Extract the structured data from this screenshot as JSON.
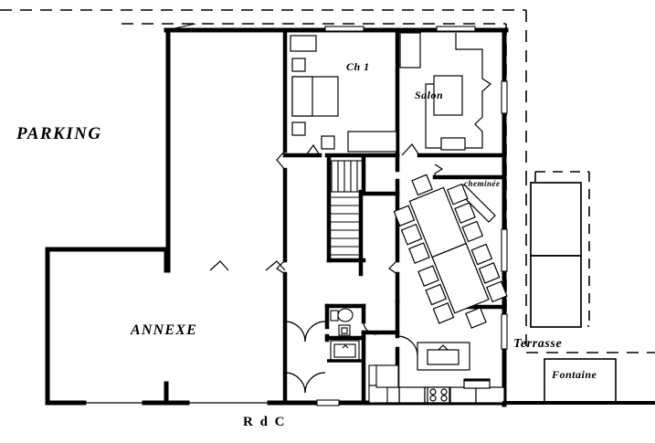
{
  "document": {
    "type": "architectural-floor-plan",
    "title": "R d C",
    "level_label": "R d C",
    "language": "fr"
  },
  "colors": {
    "wall": "#000000",
    "furniture": "#000000",
    "background": "#ffffff",
    "boundary": "#000000"
  },
  "labels": {
    "parking": "PARKING",
    "annexe": "ANNEXE",
    "chambre1": "Ch 1",
    "salon": "Salon",
    "cheminee": "cheminée",
    "terrasse": "Terrasse",
    "fontaine": "Fontaine",
    "level": "R d C"
  },
  "rooms": [
    {
      "name": "parking",
      "label": "PARKING",
      "kind": "exterior-area"
    },
    {
      "name": "annexe",
      "label": "ANNEXE",
      "kind": "outbuilding"
    },
    {
      "name": "chambre-1",
      "label": "Ch 1",
      "kind": "bedroom"
    },
    {
      "name": "salon",
      "label": "Salon",
      "kind": "living-room"
    },
    {
      "name": "terrasse",
      "label": "Terrasse",
      "kind": "terrace"
    },
    {
      "name": "sejour",
      "label": "",
      "kind": "dining-room"
    },
    {
      "name": "cuisine",
      "label": "",
      "kind": "kitchen"
    },
    {
      "name": "sdb",
      "label": "",
      "kind": "bathroom"
    },
    {
      "name": "couloir",
      "label": "",
      "kind": "hallway"
    },
    {
      "name": "escalier",
      "label": "",
      "kind": "staircase"
    }
  ],
  "features": [
    {
      "name": "cheminee",
      "label": "cheminée",
      "kind": "fireplace"
    },
    {
      "name": "fontaine",
      "label": "Fontaine",
      "kind": "fountain"
    },
    {
      "name": "staircase",
      "label": "",
      "kind": "stairs",
      "treads": 13
    },
    {
      "name": "dining-table",
      "label": "",
      "kind": "table",
      "chairs": 14
    },
    {
      "name": "bed",
      "label": "",
      "kind": "bed"
    },
    {
      "name": "sofa",
      "label": "",
      "kind": "sofa"
    },
    {
      "name": "cooktop",
      "label": "",
      "kind": "stove",
      "burners": 4
    },
    {
      "name": "toilet",
      "label": "",
      "kind": "wc"
    },
    {
      "name": "sink",
      "label": "",
      "kind": "sink"
    },
    {
      "name": "bathtub",
      "label": "",
      "kind": "bathtub"
    },
    {
      "name": "garden-bed-north",
      "label": "",
      "kind": "planter"
    },
    {
      "name": "garden-bed-south",
      "label": "",
      "kind": "planter"
    }
  ]
}
